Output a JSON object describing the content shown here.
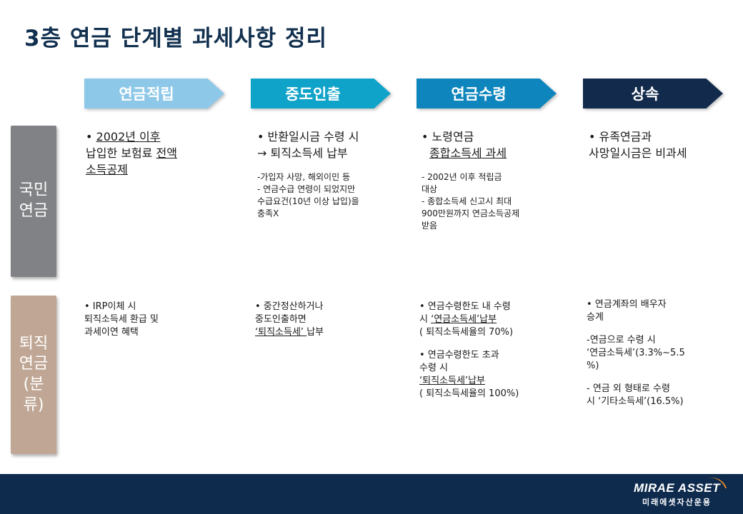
{
  "title": "3층 연금 단계별 과세사항 정리",
  "stages": [
    {
      "label": "연금적립",
      "color": "#8ec8e8"
    },
    {
      "label": "중도인출",
      "color": "#10a3c9"
    },
    {
      "label": "연금수령",
      "color": "#0e86bd"
    },
    {
      "label": "상속",
      "color": "#122b4c"
    }
  ],
  "rows": [
    {
      "label_line1": "국민",
      "label_line2": "연금",
      "color": "#808285",
      "cells": [
        {
          "bullet": "• ",
          "b1": "2002년 이후",
          "b2": "납입한 보험료 ",
          "b3": "전액",
          "b4": "소득공제"
        },
        {
          "main": "• 반환일시금 수령 시\n → 퇴직소득세 납부",
          "note": "-가입자 사망, 해외이민 등\n- 연금수급 연령이 되었지만\n수급요건(10년 이상 납입)을\n충족X"
        },
        {
          "main1": "• 노령연금",
          "main2": "종합소득세 과세",
          "note": "- 2002년 이후 적립금\n대상\n- 종합소득세 신고시 최대\n900만원까지 연금소득공제\n받음"
        },
        {
          "main": "• 유족연금과\n사망일시금은 비과세"
        }
      ]
    },
    {
      "label_line1": "퇴직",
      "label_line2": "연금",
      "label_line3": "(분",
      "label_line4": "류)",
      "color": "#c0a795",
      "cells": [
        {
          "main": "• IRP이체 시\n  퇴직소득세 환급 및\n  과세이연 혜택"
        },
        {
          "t1": "• 중간정산하거나\n중도인출하면",
          "t2": "‘퇴직소득세’ ",
          "t3": "납부"
        },
        {
          "a1": "• 연금수령한도 내 수령",
          "a2": "시 ",
          "a3": "‘연금소득세’납부",
          "a4": "( 퇴직소득세율의  70%)",
          "b1": "• 연금수령한도 초과\n수령 시",
          "b2": "‘퇴직소득세’납부",
          "b3": "( 퇴직소득세율의 100%)"
        },
        {
          "p1": "• 연금계좌의 배우자\n승계",
          "p2": "-연금으로 수령 시\n‘연금소득세’(3.3%~5.5\n%)",
          "p3": "- 연금 외 형태로 수령\n시  ‘기타소득세’(16.5%)"
        }
      ]
    }
  ],
  "footer": {
    "logo_en": "MIRAE ASSET",
    "logo_ko": "미래에셋자산운용",
    "bg": "#0e2b4e"
  }
}
